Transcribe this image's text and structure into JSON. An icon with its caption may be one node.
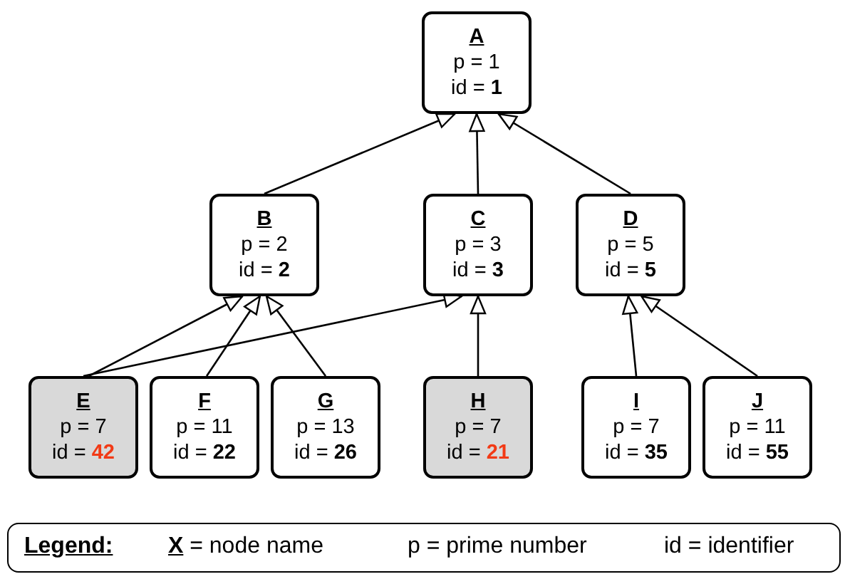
{
  "diagram": {
    "nodes": [
      {
        "text": [
          "A",
          "p = 1",
          "id = **1**"
        ]
      },
      {
        "text": [
          "B",
          "p = 2",
          "id = **2**"
        ]
      },
      {
        "text": [
          "C",
          "p = 3",
          "id = **3**"
        ]
      },
      {
        "text": [
          "D",
          "p = 5",
          "id = **5**"
        ]
      },
      {
        "text": [
          "E",
          "p = 7",
          "id = **42**"
        ]
      },
      {
        "text": [
          "F",
          "p = 11",
          "id = **22**"
        ]
      },
      {
        "text": [
          "G",
          "p = 13",
          "id = **26**"
        ]
      },
      {
        "text": [
          "H",
          "p = 7",
          "id = **21**"
        ]
      },
      {
        "text": [
          "I",
          "p = 7",
          "id = **35**"
        ]
      },
      {
        "text": [
          "J",
          "p = 11",
          "id = **55**"
        ]
      }
    ],
    "edges": [
      {
        "from": 1,
        "to": 0,
        "arrow": "to"
      },
      {
        "from": 2,
        "to": 0,
        "arrow": "to"
      },
      {
        "from": 3,
        "to": 0,
        "arrow": "to"
      },
      {
        "from": 4,
        "to": 1,
        "arrow": "to"
      },
      {
        "from": 5,
        "to": 1,
        "arrow": "to"
      },
      {
        "from": 6,
        "to": 1,
        "arrow": "to"
      },
      {
        "from": 4,
        "to": 2,
        "arrow": "to"
      },
      {
        "from": 7,
        "to": 2,
        "arrow": "to"
      },
      {
        "from": 8,
        "to": 3,
        "arrow": "to"
      },
      {
        "from": 9,
        "to": 3,
        "arrow": "to"
      }
    ],
    "labels": [
      "Legend:"
    ],
    "legend": [
      {
        "text": "**X** = node name"
      },
      {
        "text": "p = prime number"
      },
      {
        "text": "id = identifier"
      }
    ]
  }
}
